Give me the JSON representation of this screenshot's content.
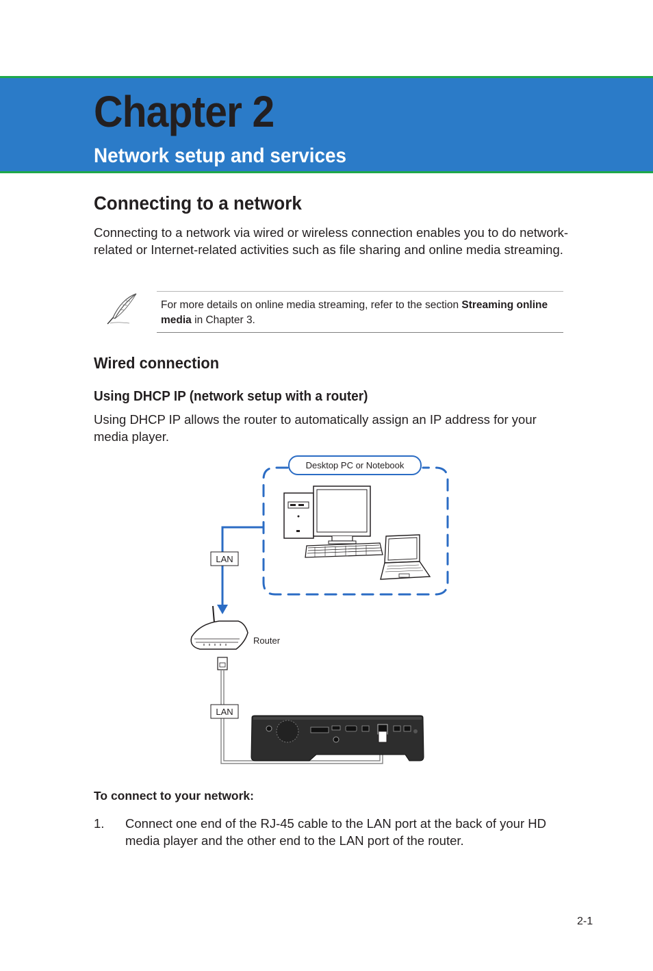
{
  "chapter": {
    "title": "Chapter 2",
    "subtitle": "Network setup and services"
  },
  "section": {
    "heading": "Connecting to a network",
    "intro": "Connecting to a network via wired or wireless connection enables you to do network-related or Internet-related activities such as file sharing and online media streaming."
  },
  "note": {
    "icon": "feather-pen-icon",
    "text_before": "For more details on online media streaming, refer to the section ",
    "bold": "Streaming online media",
    "text_after": " in Chapter 3."
  },
  "wired": {
    "heading": "Wired connection",
    "subheading": "Using DHCP IP (network setup with a router)",
    "description": "Using DHCP IP allows the router to automatically assign an IP address for your media player."
  },
  "diagram": {
    "pc_label": "Desktop PC or Notebook",
    "router_label": "Router",
    "lan_top": "LAN",
    "lan_bottom": "LAN",
    "highlight_color": "#2b6cc4"
  },
  "steps": {
    "heading": "To connect to your network:",
    "items": [
      {
        "number": "1.",
        "text": "Connect one end of the RJ-45 cable to the LAN port at the back of your HD media player and the other end to the LAN port of the router."
      }
    ]
  },
  "page_number": "2-1"
}
